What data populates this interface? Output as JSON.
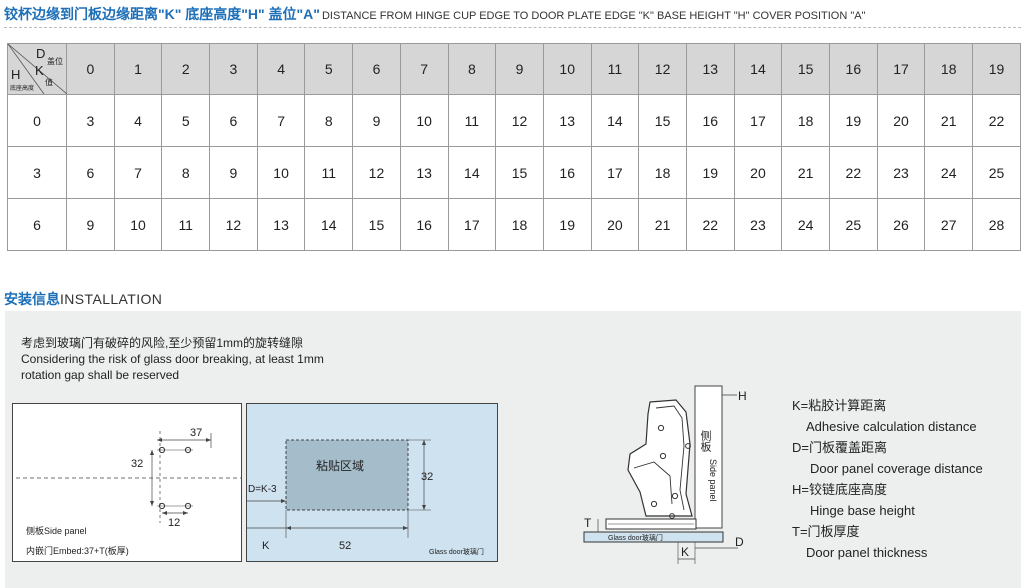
{
  "title": {
    "cn": "铰杯边缘到门板边缘距离\"K\" 底座高度\"H\" 盖位\"A\"",
    "en": "DISTANCE FROM HINGE CUP EDGE TO DOOR PLATE EDGE \"K\"   BASE HEIGHT \"H\"   COVER POSITION \"A\""
  },
  "table": {
    "corner": {
      "d": "D",
      "cover": "盖位",
      "h": "H",
      "k": "K",
      "value": "值",
      "base_height": "底座高度"
    },
    "header": [
      "0",
      "1",
      "2",
      "3",
      "4",
      "5",
      "6",
      "7",
      "8",
      "9",
      "10",
      "11",
      "12",
      "13",
      "14",
      "15",
      "16",
      "17",
      "18",
      "19"
    ],
    "rows": [
      {
        "h": "0",
        "values": [
          "3",
          "4",
          "5",
          "6",
          "7",
          "8",
          "9",
          "10",
          "11",
          "12",
          "13",
          "14",
          "15",
          "16",
          "17",
          "18",
          "19",
          "20",
          "21",
          "22"
        ]
      },
      {
        "h": "3",
        "values": [
          "6",
          "7",
          "8",
          "9",
          "10",
          "11",
          "12",
          "13",
          "14",
          "15",
          "16",
          "17",
          "18",
          "19",
          "20",
          "21",
          "22",
          "23",
          "24",
          "25"
        ]
      },
      {
        "h": "6",
        "values": [
          "9",
          "10",
          "11",
          "12",
          "13",
          "14",
          "15",
          "16",
          "17",
          "18",
          "19",
          "20",
          "21",
          "22",
          "23",
          "24",
          "25",
          "26",
          "27",
          "28"
        ]
      }
    ]
  },
  "installation": {
    "title_cn": "安装信息",
    "title_en": "INSTALLATION",
    "note_cn": "考虑到玻璃门有破碎的风险,至少预留1mm的旋转缝隙",
    "note_en_1": "Considering the risk of glass door breaking, at least 1mm",
    "note_en_2": "rotation gap shall be reserved",
    "diagram_left": {
      "dim_37": "37",
      "dim_32": "32",
      "dim_12": "12",
      "side_panel": "侧板Side panel",
      "embed": "内嵌门Embed:37+T(板厚)"
    },
    "diagram_mid": {
      "paste_area": "粘贴区域",
      "dim_32": "32",
      "d_eq": "D=K-3",
      "k": "K",
      "dim_52": "52",
      "glass_door": "Glass door玻璃门"
    },
    "diagram_right": {
      "h": "H",
      "side_cn": "侧板",
      "side_en": "Side panel",
      "t": "T",
      "glass_door": "Glass door玻璃门",
      "k": "K",
      "d": "D"
    },
    "definitions": {
      "k_cn": "K=粘胶计算距离",
      "k_en": "Adhesive calculation distance",
      "d_cn": "D=门板覆盖距离",
      "d_en": "Door panel coverage distance",
      "h_cn": "H=铰链底座高度",
      "h_en": "Hinge base height",
      "t_cn": "T=门板厚度",
      "t_en": "Door panel thickness"
    }
  }
}
